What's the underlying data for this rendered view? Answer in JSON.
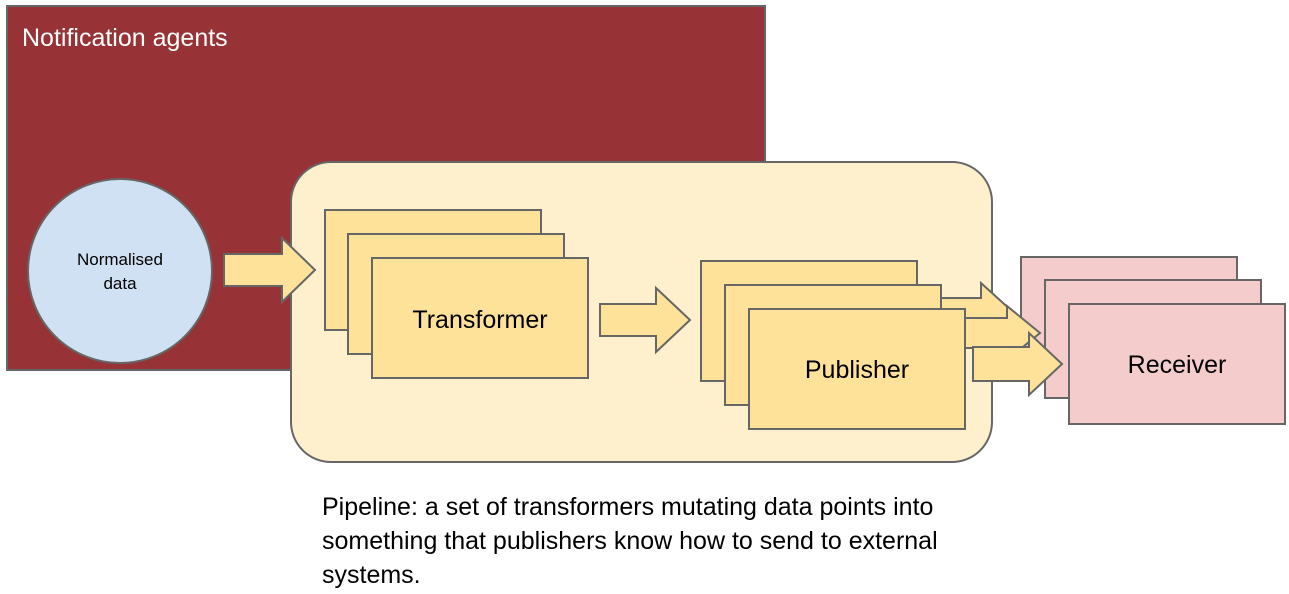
{
  "diagram": {
    "container_label": "Notification agents",
    "source_label": "Normalised data",
    "source_label_lines": [
      "Normalised",
      "data"
    ],
    "stage1_label": "Transformer",
    "stage2_label": "Publisher",
    "target_label": "Receiver",
    "caption": "Pipeline: a set of transformers mutating data points into something that publishers know how to send to external systems."
  },
  "colors": {
    "container_fill": "#973336",
    "pipeline_fill": "#FEF0CD",
    "card_fill": "#FEE29A",
    "source_fill": "#D0E1F3",
    "target_fill": "#F4CCCC",
    "stroke": "#666666",
    "container_text": "#FFFFFF"
  }
}
